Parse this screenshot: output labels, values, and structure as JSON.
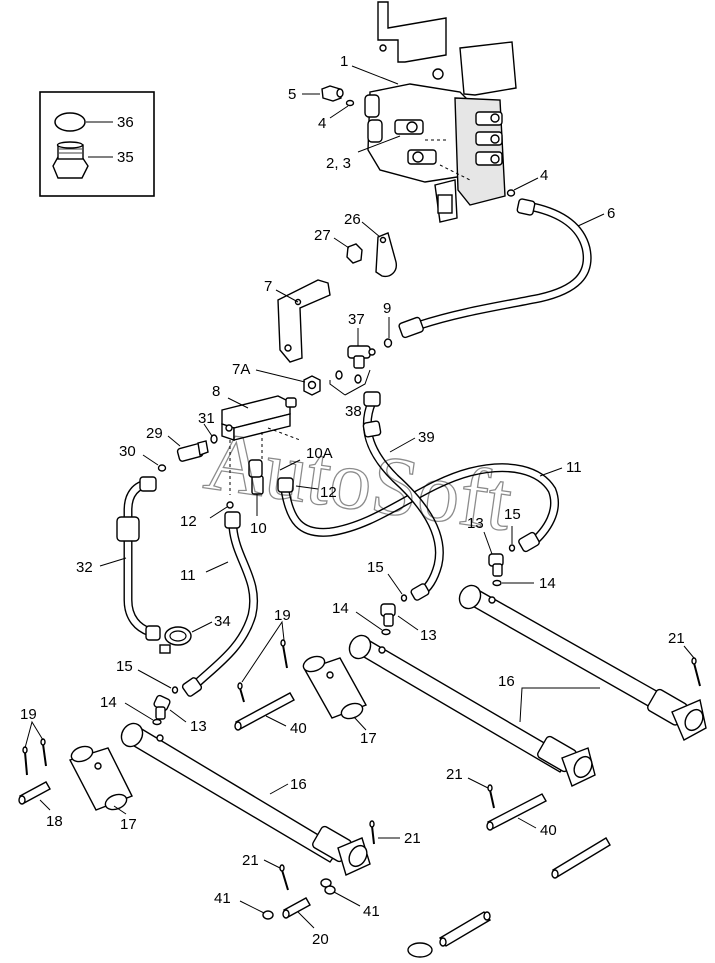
{
  "watermark": "AutoSoft",
  "labels": {
    "p1": "1",
    "p2_3": "2, 3",
    "p4a": "4",
    "p4b": "4",
    "p5": "5",
    "p6": "6",
    "p7": "7",
    "p7a": "7A",
    "p8": "8",
    "p9": "9",
    "p10": "10",
    "p10a": "10A",
    "p11a": "11",
    "p11b": "11",
    "p12a": "12",
    "p12b": "12",
    "p13a": "13",
    "p13b": "13",
    "p13c": "13",
    "p14a": "14",
    "p14b": "14",
    "p14c": "14",
    "p15a": "15",
    "p15b": "15",
    "p15c": "15",
    "p16a": "16",
    "p16b": "16",
    "p17a": "17",
    "p17b": "17",
    "p18": "18",
    "p19a": "19",
    "p19b": "19",
    "p20": "20",
    "p21a": "21",
    "p21b": "21",
    "p21c": "21",
    "p21d": "21",
    "p26": "26",
    "p27": "27",
    "p29": "29",
    "p30": "30",
    "p31": "31",
    "p32": "32",
    "p34": "34",
    "p35": "35",
    "p36": "36",
    "p37": "37",
    "p38": "38",
    "p39": "39",
    "p40a": "40",
    "p40b": "40",
    "p41a": "41",
    "p41b": "41"
  }
}
